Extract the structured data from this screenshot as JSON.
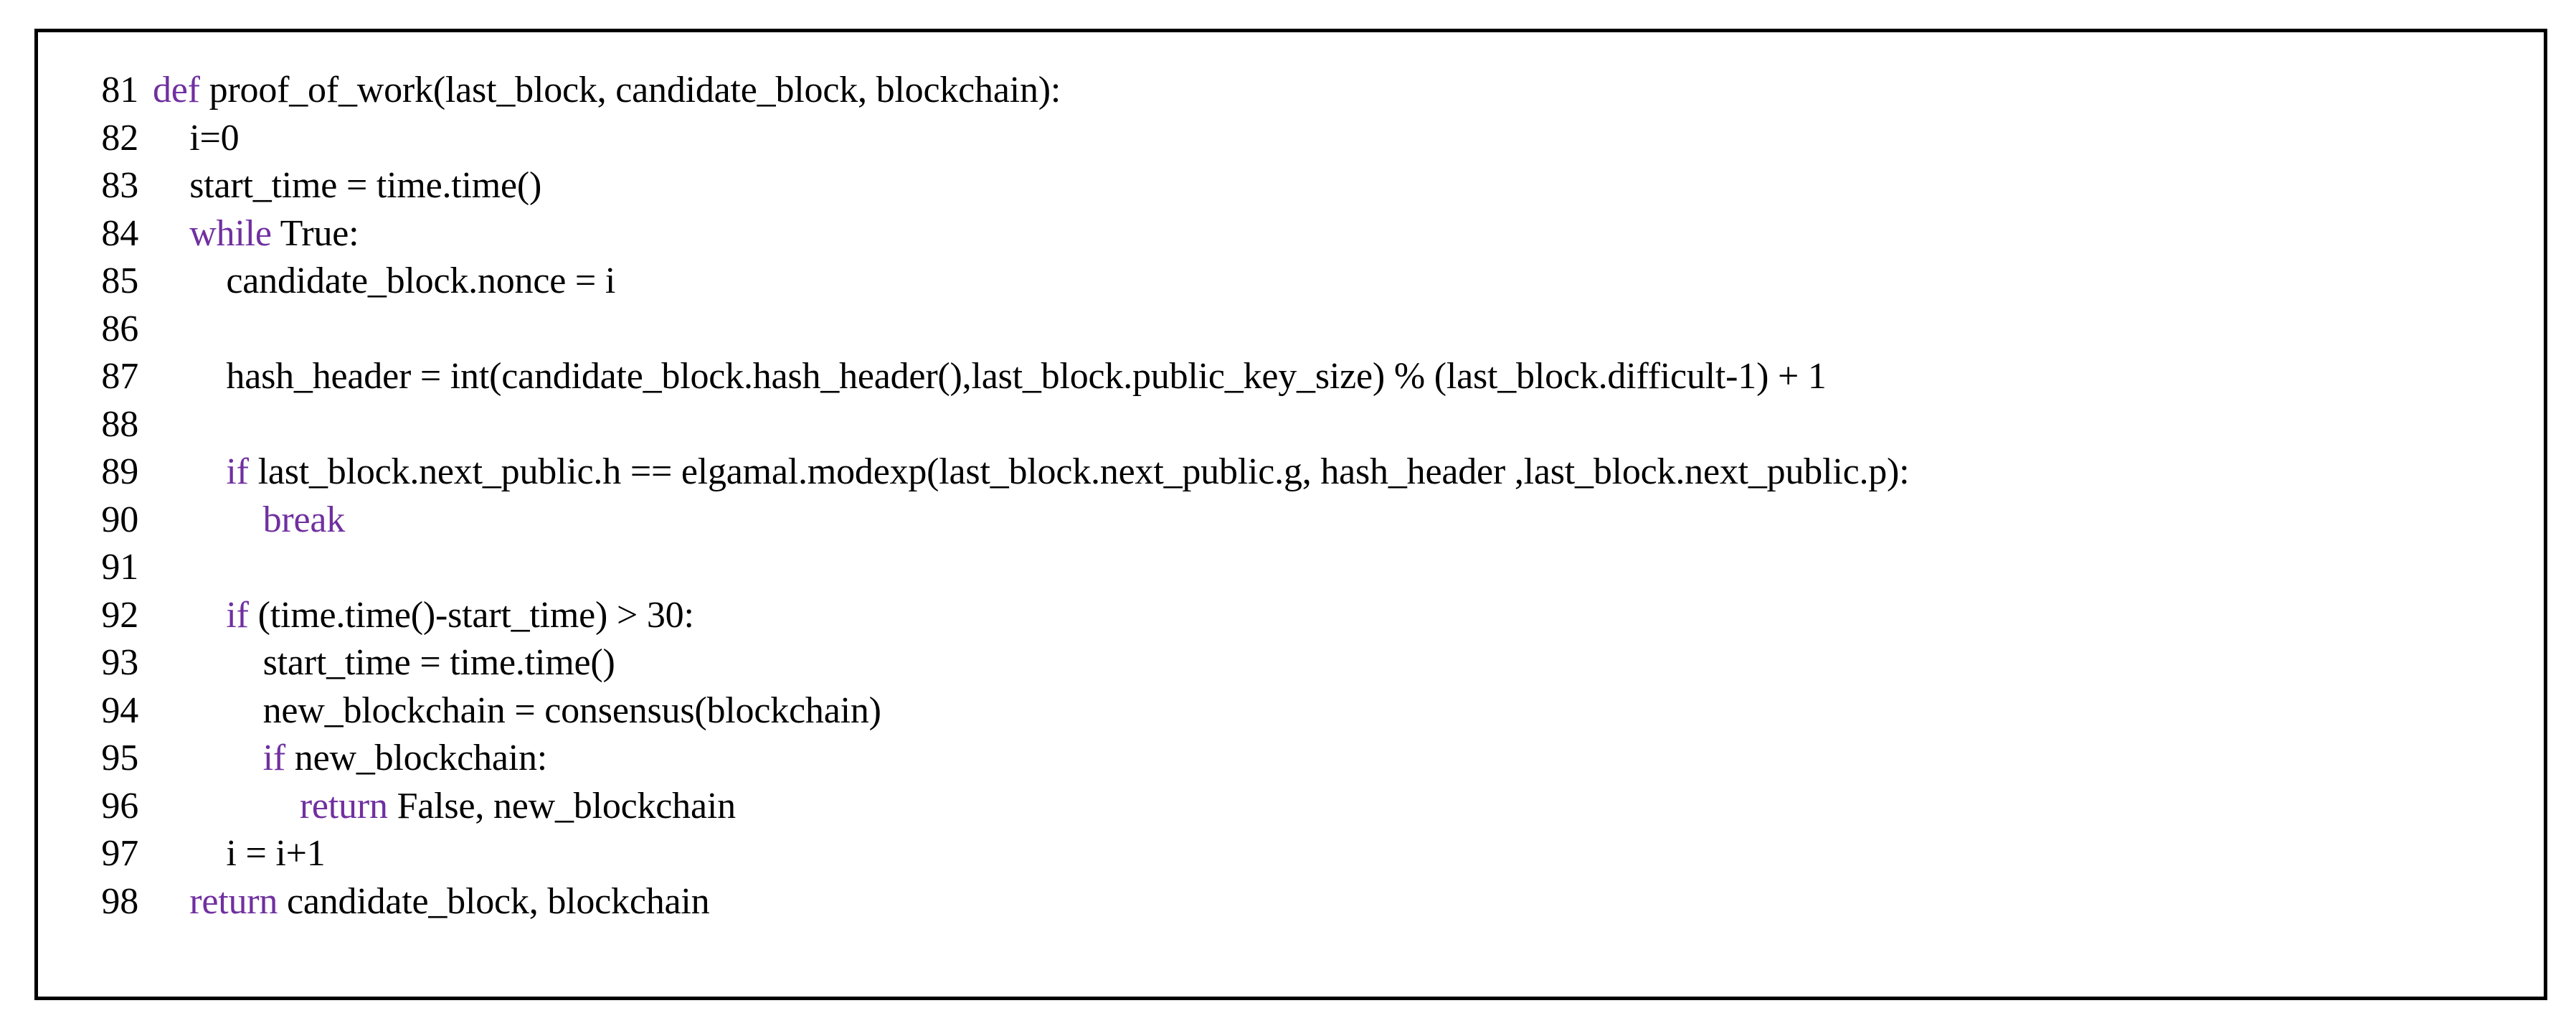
{
  "document": {
    "type": "code-listing",
    "language": "python",
    "function_name": "proof_of_work",
    "border_color": "#000000",
    "text_color": "#000000",
    "keyword_color": "#7030A0",
    "background_color": "#ffffff",
    "first_line_number": 81,
    "last_line_number": 98
  },
  "lines": [
    {
      "number": "81",
      "indent": "",
      "keyword": "def",
      "rest": " proof_of_work(last_block, candidate_block, blockchain):",
      "full_text": "def proof_of_work(last_block, candidate_block, blockchain):"
    },
    {
      "number": "82",
      "indent": "    ",
      "keyword": "",
      "rest": "i=0",
      "full_text": "    i=0"
    },
    {
      "number": "83",
      "indent": "    ",
      "keyword": "",
      "rest": "start_time = time.time()",
      "full_text": "    start_time = time.time()"
    },
    {
      "number": "84",
      "indent": "    ",
      "keyword": "while",
      "rest": " True:",
      "full_text": "    while True:"
    },
    {
      "number": "85",
      "indent": "        ",
      "keyword": "",
      "rest": "candidate_block.nonce = i",
      "full_text": "        candidate_block.nonce = i"
    },
    {
      "number": "86",
      "indent": "",
      "keyword": "",
      "rest": "",
      "full_text": ""
    },
    {
      "number": "87",
      "indent": "        ",
      "keyword": "",
      "rest": "hash_header = int(candidate_block.hash_header(),last_block.public_key_size) % (last_block.difficult-1) + 1",
      "full_text": "        hash_header = int(candidate_block.hash_header(),last_block.public_key_size) % (last_block.difficult-1) + 1"
    },
    {
      "number": "88",
      "indent": "",
      "keyword": "",
      "rest": "",
      "full_text": ""
    },
    {
      "number": "89",
      "indent": "        ",
      "keyword": "if",
      "rest": " last_block.next_public.h == elgamal.modexp(last_block.next_public.g, hash_header ,last_block.next_public.p):",
      "full_text": "        if last_block.next_public.h == elgamal.modexp(last_block.next_public.g, hash_header ,last_block.next_public.p):"
    },
    {
      "number": "90",
      "indent": "            ",
      "keyword": "break",
      "rest": "",
      "full_text": "            break"
    },
    {
      "number": "91",
      "indent": "",
      "keyword": "",
      "rest": "",
      "full_text": ""
    },
    {
      "number": "92",
      "indent": "        ",
      "keyword": "if",
      "rest": " (time.time()-start_time) > 30:",
      "full_text": "        if (time.time()-start_time) > 30:"
    },
    {
      "number": "93",
      "indent": "            ",
      "keyword": "",
      "rest": "start_time = time.time()",
      "full_text": "            start_time = time.time()"
    },
    {
      "number": "94",
      "indent": "            ",
      "keyword": "",
      "rest": "new_blockchain = consensus(blockchain)",
      "full_text": "            new_blockchain = consensus(blockchain)"
    },
    {
      "number": "95",
      "indent": "            ",
      "keyword": "if",
      "rest": " new_blockchain:",
      "full_text": "            if new_blockchain:"
    },
    {
      "number": "96",
      "indent": "                ",
      "keyword": "return",
      "rest": " False, new_blockchain",
      "full_text": "                return False, new_blockchain"
    },
    {
      "number": "97",
      "indent": "        ",
      "keyword": "",
      "rest": "i = i+1",
      "full_text": "        i = i+1"
    },
    {
      "number": "98",
      "indent": "    ",
      "keyword": "return",
      "rest": " candidate_block, blockchain",
      "full_text": "    return candidate_block, blockchain"
    }
  ]
}
